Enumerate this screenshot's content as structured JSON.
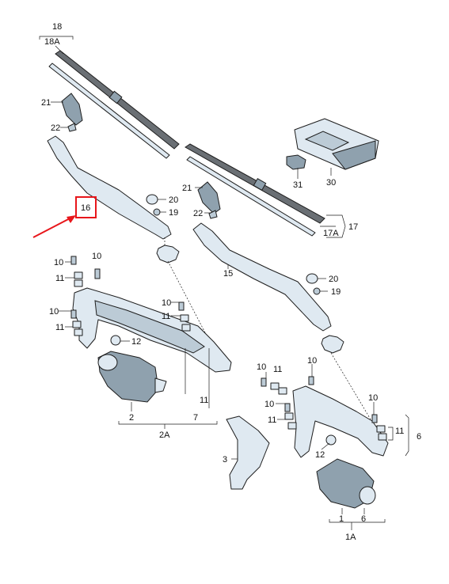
{
  "labels": {
    "l18": "18",
    "l18A": "18A",
    "l21a": "21",
    "l22a": "22",
    "l16": "16",
    "l20a": "20",
    "l19a": "19",
    "l30": "30",
    "l31": "31",
    "l21b": "21",
    "l22b": "22",
    "l17": "17",
    "l17A": "17A",
    "l15": "15",
    "l20b": "20",
    "l19b": "19",
    "l10a": "10",
    "l10b": "10",
    "l11a": "11",
    "l10c": "10",
    "l11b": "11",
    "l10d": "10",
    "l11c": "11",
    "l12a": "12",
    "l11d": "11",
    "l2": "2",
    "l7": "7",
    "l2A": "2A",
    "l10e": "10",
    "l11e": "11",
    "l10f": "10",
    "l10g": "10",
    "l11f": "11",
    "l10h": "10",
    "l11g": "11",
    "l6a": "6",
    "l3": "3",
    "l12b": "12",
    "l1": "1",
    "l6b": "6",
    "l1A": "1A"
  },
  "highlight": {
    "color": "#e8161b",
    "target": "16"
  },
  "colors": {
    "part_fill": "#dfe9f1",
    "part_shade": "#8fa1ae",
    "line": "#1e1e1e"
  }
}
